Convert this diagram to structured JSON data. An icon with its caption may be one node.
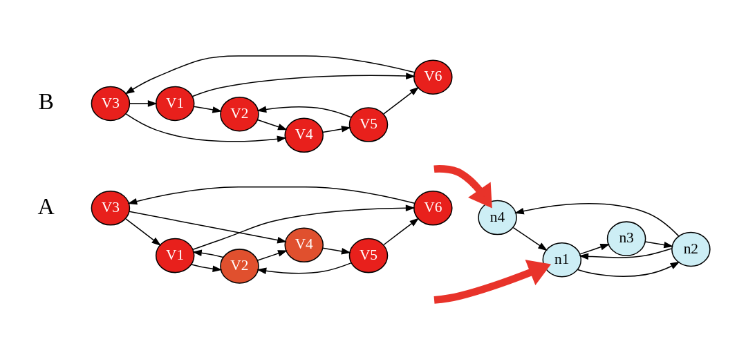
{
  "diagram": {
    "nodes": [
      {
        "text": [
          "V1"
        ]
      },
      {
        "text": [
          "V2"
        ]
      },
      {
        "text": [
          "V3"
        ]
      },
      {
        "text": [
          "V4"
        ]
      },
      {
        "text": [
          "V5"
        ]
      },
      {
        "text": [
          "V6"
        ]
      },
      {
        "text": [
          "V1"
        ]
      },
      {
        "text": [
          "V2"
        ]
      },
      {
        "text": [
          "V3"
        ]
      },
      {
        "text": [
          "V4"
        ]
      },
      {
        "text": [
          "V5"
        ]
      },
      {
        "text": [
          "V6"
        ]
      },
      {
        "text": [
          "n1"
        ]
      },
      {
        "text": [
          "n2"
        ]
      },
      {
        "text": [
          "n3"
        ]
      },
      {
        "text": [
          "n4"
        ]
      }
    ],
    "edges": [
      {
        "from": 2,
        "to": 3,
        "arrow": "to"
      },
      {
        "from": 2,
        "to": 0,
        "arrow": "to"
      },
      {
        "from": 1,
        "to": 0,
        "arrow": "to"
      },
      {
        "from": 0,
        "to": 1,
        "arrow": "to"
      },
      {
        "from": 1,
        "to": 3,
        "arrow": "to"
      },
      {
        "from": 3,
        "to": 4,
        "arrow": "to"
      },
      {
        "from": 4,
        "to": 1,
        "arrow": "to"
      },
      {
        "from": 0,
        "to": 5,
        "arrow": "to"
      },
      {
        "from": 5,
        "to": 2,
        "arrow": "to"
      },
      {
        "from": 4,
        "to": 5,
        "arrow": "to"
      },
      {
        "from": 8,
        "to": 9,
        "arrow": "to"
      },
      {
        "from": 8,
        "to": 6,
        "arrow": "to"
      },
      {
        "from": 6,
        "to": 7,
        "arrow": "to"
      },
      {
        "from": 7,
        "to": 9,
        "arrow": "to"
      },
      {
        "from": 9,
        "to": 10,
        "arrow": "to"
      },
      {
        "from": 10,
        "to": 7,
        "arrow": "to"
      },
      {
        "from": 6,
        "to": 11,
        "arrow": "to"
      },
      {
        "from": 11,
        "to": 8,
        "arrow": "to"
      },
      {
        "from": 10,
        "to": 11,
        "arrow": "to"
      },
      {
        "from": 12,
        "to": 14,
        "arrow": "to"
      },
      {
        "from": 14,
        "to": 13,
        "arrow": "to"
      },
      {
        "from": 12,
        "to": 13,
        "arrow": "to"
      },
      {
        "from": 13,
        "to": 12,
        "arrow": "to"
      },
      {
        "from": 13,
        "to": 15,
        "arrow": "to"
      },
      {
        "from": 15,
        "to": 12,
        "arrow": "to"
      },
      {
        "from": null,
        "to": 12,
        "arrow": "to",
        "style": "thick",
        "color": "#e8332a"
      },
      {
        "from": null,
        "to": 15,
        "arrow": "to",
        "style": "thick",
        "color": "#e8332a"
      }
    ],
    "labels": [
      "A",
      "B"
    ]
  }
}
